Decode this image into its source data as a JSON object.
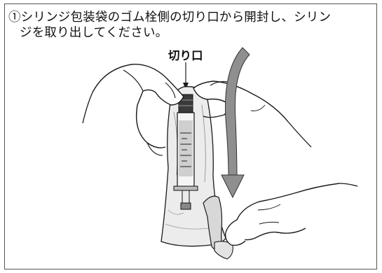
{
  "instruction": {
    "step_marker": "①",
    "line1": "シリンジ包装袋のゴム栓側の切り口から開封し、シリン",
    "line2": "ジを取り出してください。"
  },
  "callout": {
    "label": "切り口"
  },
  "icons": {
    "arrow": "down-arrow-icon"
  },
  "colors": {
    "outline": "#1a1a1a",
    "bag_fill": "#e9e9e9",
    "arrow_fill": "#8f8f8f",
    "frame": "#555555"
  }
}
